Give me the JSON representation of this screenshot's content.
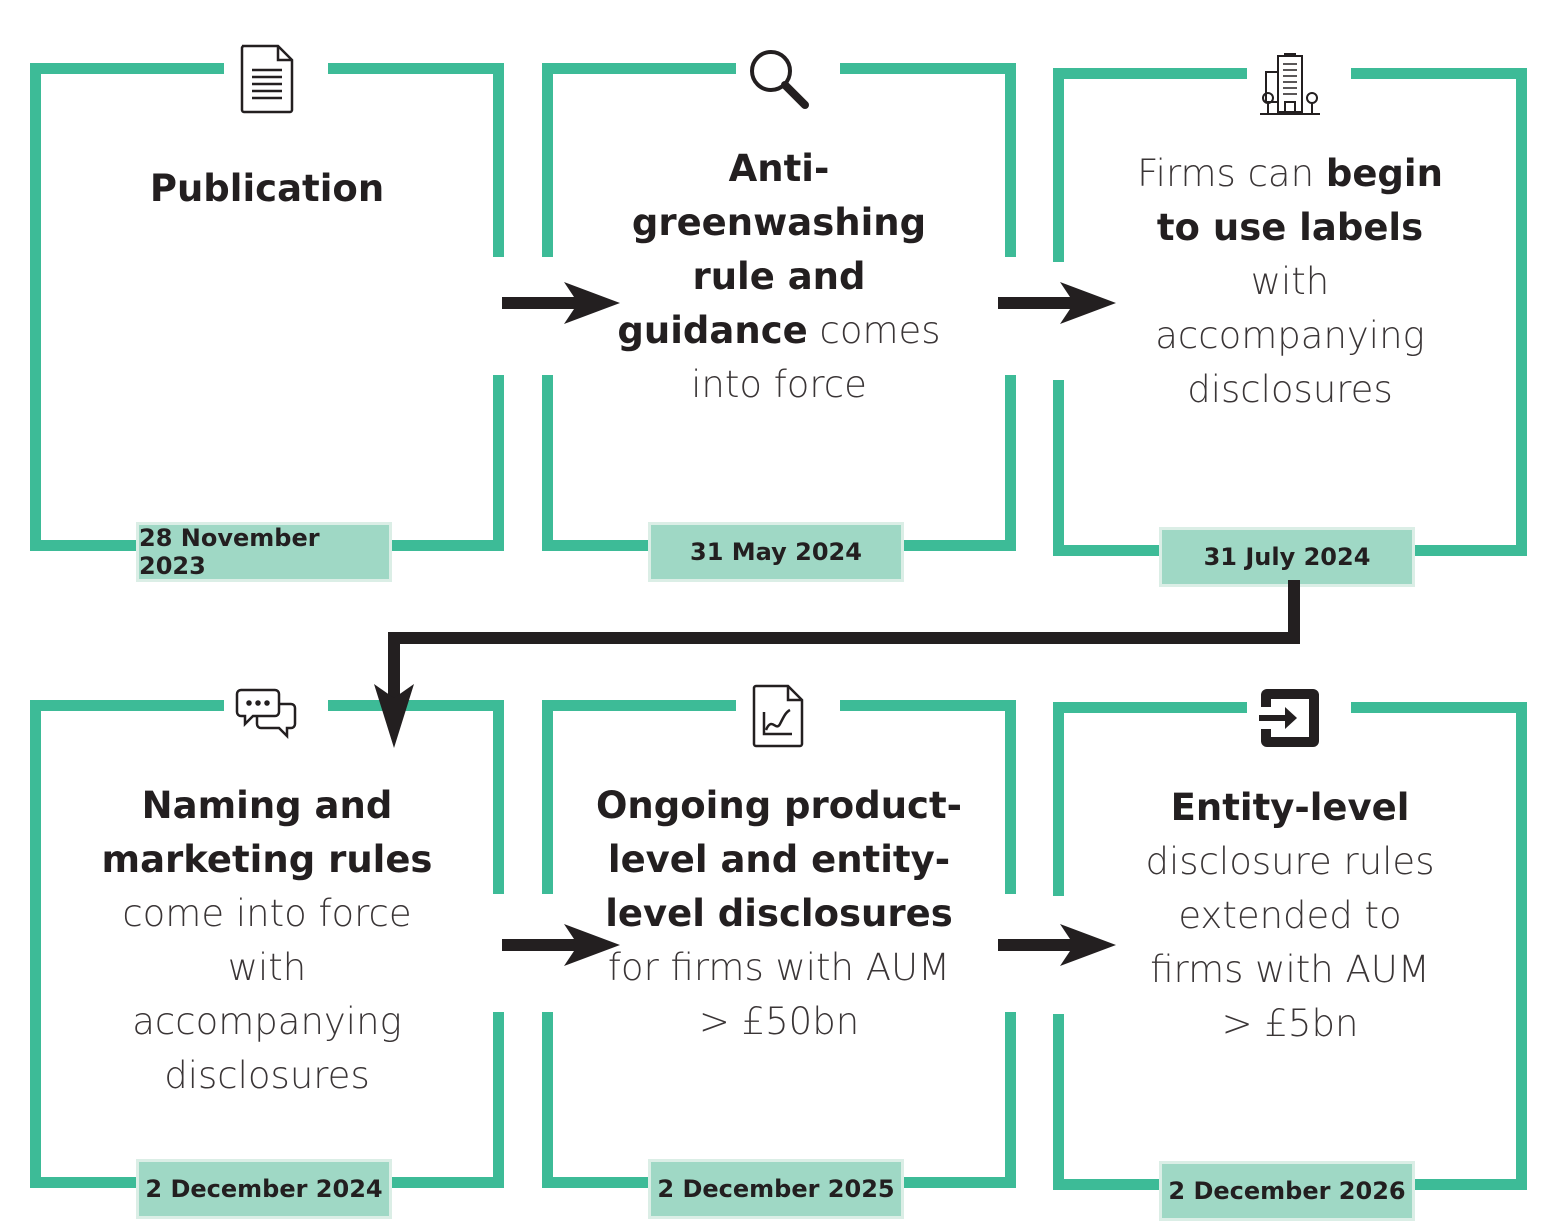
{
  "steps": [
    {
      "icon": "document-icon",
      "text_bold": "Publication",
      "text_rest": "",
      "date": "28 November 2023"
    },
    {
      "icon": "magnifier-icon",
      "text_bold": "Anti-greenwashing rule and guidance",
      "text_rest": " comes into force",
      "date": "31 May 2024"
    },
    {
      "icon": "building-icon",
      "text_lead": "Firms can ",
      "text_bold": "begin to use labels",
      "text_rest": " with accompanying disclosures",
      "date": "31 July 2024"
    },
    {
      "icon": "chat-icon",
      "text_bold": "Naming and marketing rules",
      "text_rest": " come into force with accompanying disclosures",
      "date": "2 December 2024"
    },
    {
      "icon": "report-chart-icon",
      "text_bold": "Ongoing product-level and entity-level disclosures",
      "text_rest": " for firms with AUM > £50bn",
      "date": "2 December 2025"
    },
    {
      "icon": "exit-icon",
      "text_bold": "Entity-level",
      "text_rest": " disclosure rules extended to firms with AUM > £5bn",
      "date": "2 December 2026"
    }
  ],
  "colors": {
    "frame": "#3dbb97",
    "date_fill": "#9fd8c5",
    "arrow": "#231f20"
  }
}
